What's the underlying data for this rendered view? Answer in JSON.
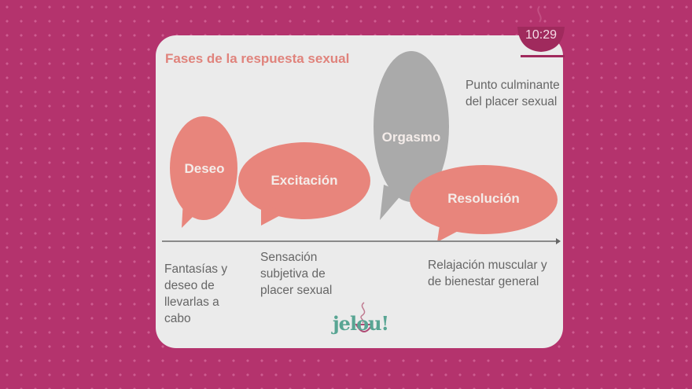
{
  "overlay": {
    "clock_time": "10:29",
    "clock_icon": "coffee-cup-icon"
  },
  "slide": {
    "title": "Fases de la respuesta sexual",
    "phases": [
      {
        "label": "Deseo",
        "color": "#e8857c",
        "description": "Fantasías y deseo de llevarlas a cabo"
      },
      {
        "label": "Excitación",
        "color": "#e8857c",
        "description": "Sensación subjetiva de placer sexual"
      },
      {
        "label": "Orgasmo",
        "color": "#aaaaaa",
        "description": "Punto culminante del placer sexual"
      },
      {
        "label": "Resolución",
        "color": "#e8857c",
        "description": "Relajación muscular y de bienestar general"
      }
    ],
    "logo_text": "jelou!"
  },
  "colors": {
    "background": "#b4336d",
    "card": "#ebebeb",
    "title": "#e0837c",
    "bubble_coral": "#e8857c",
    "bubble_gray": "#aaaaaa",
    "logo": "#58a593"
  }
}
